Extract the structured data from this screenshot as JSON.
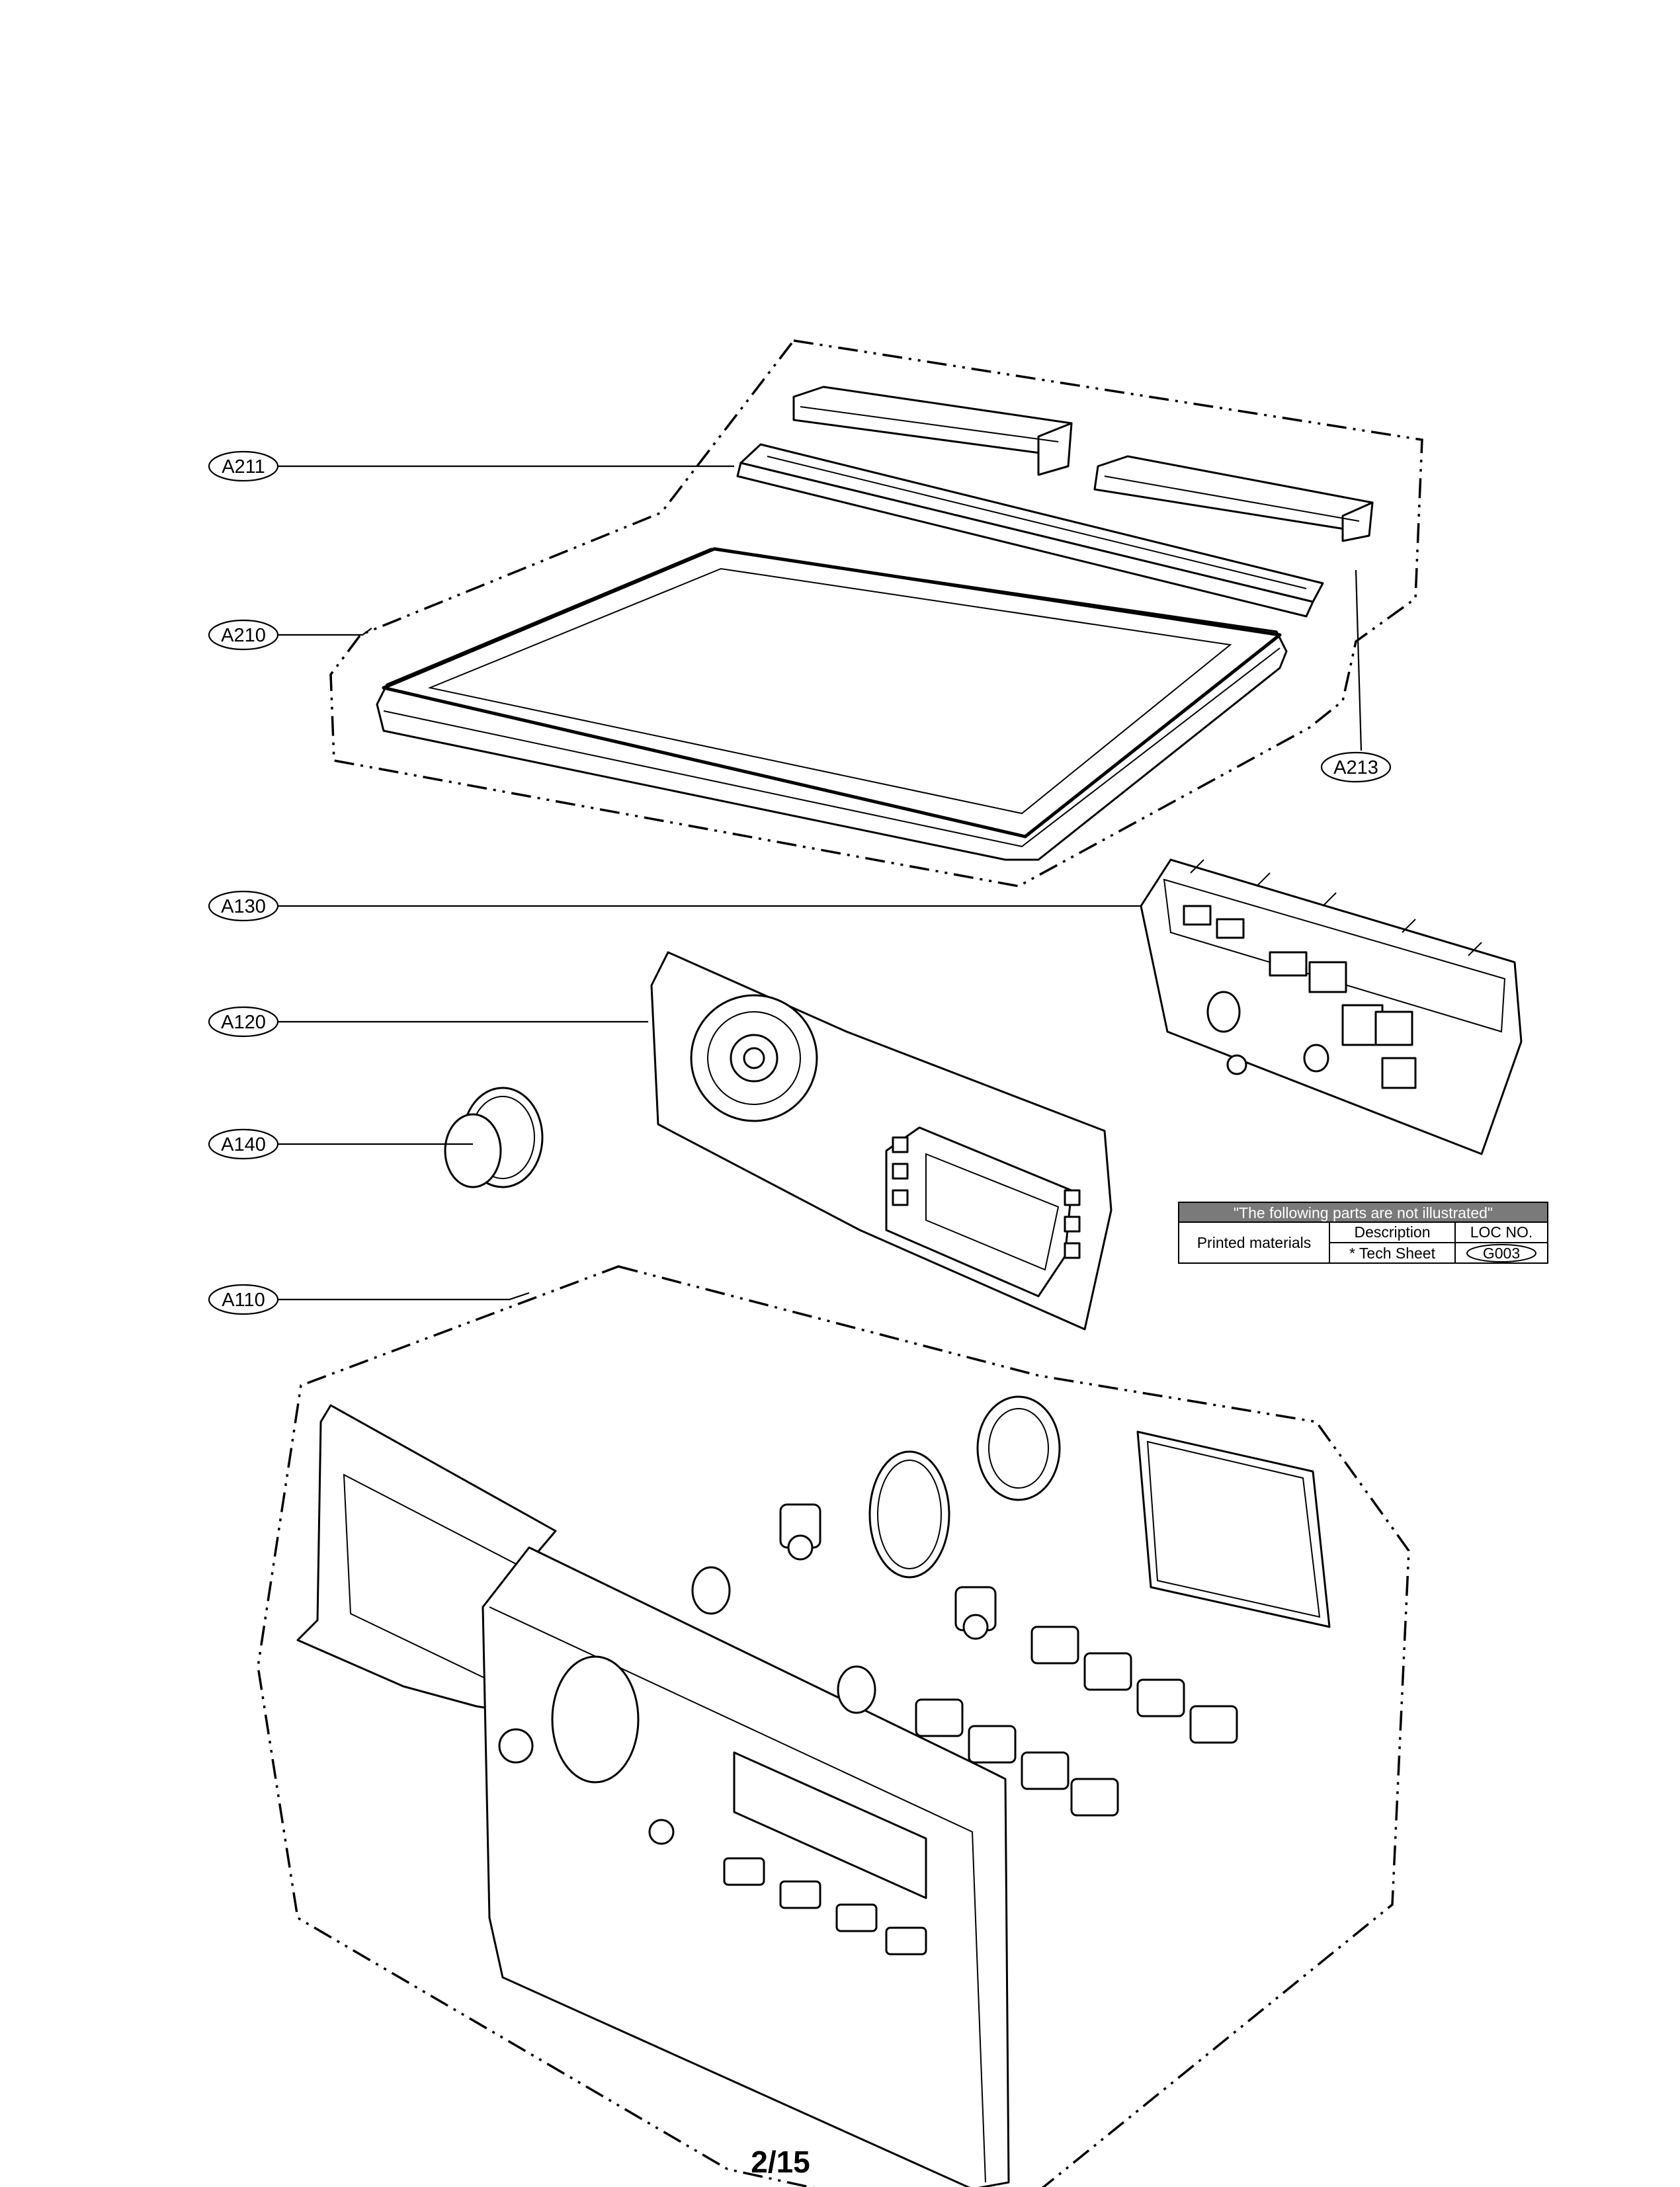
{
  "callouts": {
    "a211": "A211",
    "a210": "A210",
    "a213": "A213",
    "a130": "A130",
    "a120": "A120",
    "a140": "A140",
    "a110": "A110"
  },
  "table": {
    "header": "\"The following parts are not illustrated\"",
    "row_label": "Printed materials",
    "col_description": "Description",
    "col_loc": "LOC NO.",
    "item_description": "* Tech Sheet",
    "item_loc": "G003"
  },
  "page_number": "2/15"
}
